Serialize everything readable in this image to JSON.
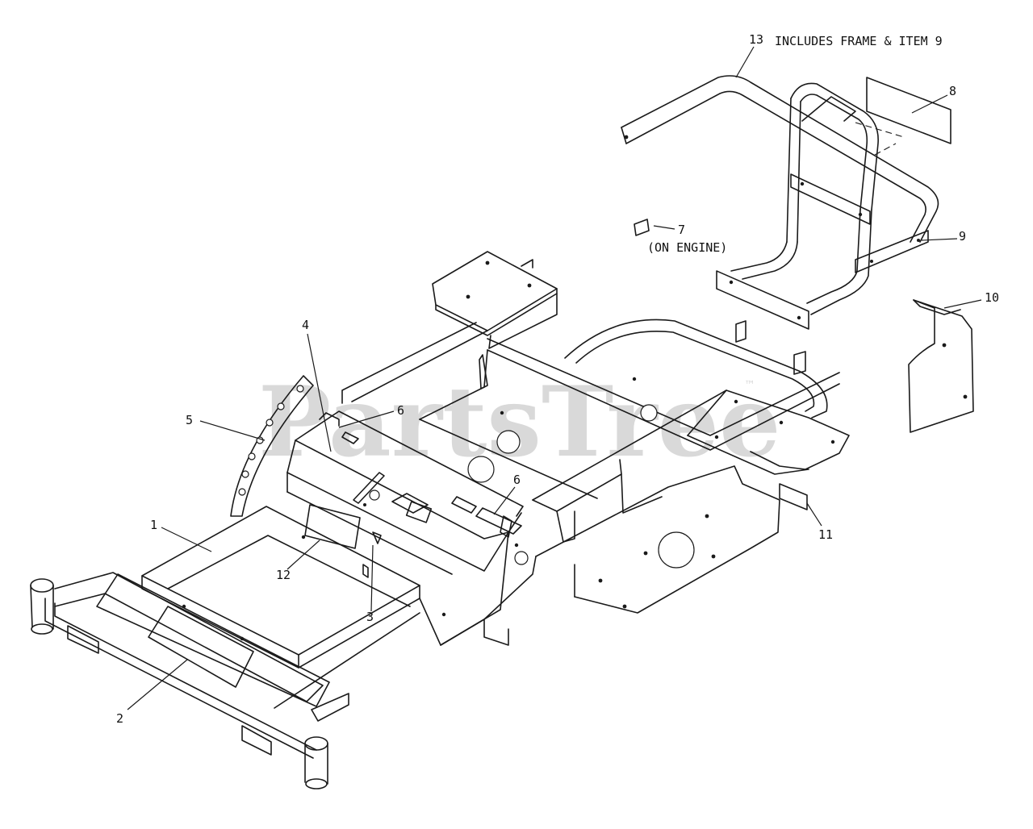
{
  "watermark": {
    "text": "PartsTree",
    "trademark": "™"
  },
  "callouts": {
    "c1": "1",
    "c2": "2",
    "c3": "3",
    "c4": "4",
    "c5": "5",
    "c6a": "6",
    "c6b": "6",
    "c7": "7",
    "c7_note": "(ON ENGINE)",
    "c8": "8",
    "c9": "9",
    "c10": "10",
    "c11": "11",
    "c12": "12",
    "c13": "13",
    "c13_note": "INCLUDES FRAME & ITEM 9"
  },
  "colors": {
    "line": "#1a1a1a",
    "watermark": "#d9d9d9",
    "background": "#ffffff"
  }
}
